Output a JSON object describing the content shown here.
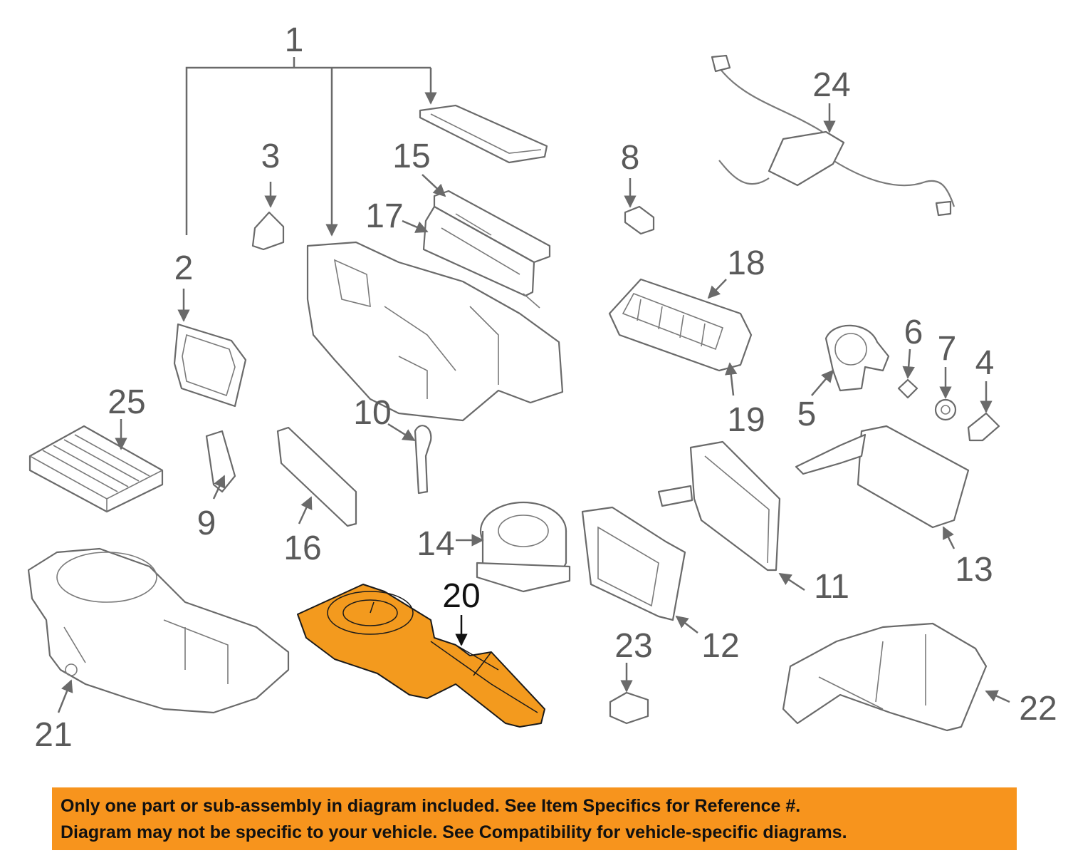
{
  "diagram": {
    "highlight_color": "#f39a1e",
    "callouts": {
      "c1": "1",
      "c2": "2",
      "c3": "3",
      "c4": "4",
      "c5": "5",
      "c6": "6",
      "c7": "7",
      "c8": "8",
      "c9": "9",
      "c10": "10",
      "c11": "11",
      "c12": "12",
      "c13": "13",
      "c14": "14",
      "c15": "15",
      "c16": "16",
      "c17": "17",
      "c18": "18",
      "c19": "19",
      "c20": "20",
      "c21": "21",
      "c22": "22",
      "c23": "23",
      "c24": "24",
      "c25": "25"
    },
    "highlighted_part": "20"
  },
  "banner": {
    "color": "#f7941d",
    "line1": "Only one part or sub-assembly in diagram included. See Item Specifics for Reference #.",
    "line2": "Diagram may not be specific to your vehicle. See Compatibility for vehicle-specific diagrams."
  }
}
